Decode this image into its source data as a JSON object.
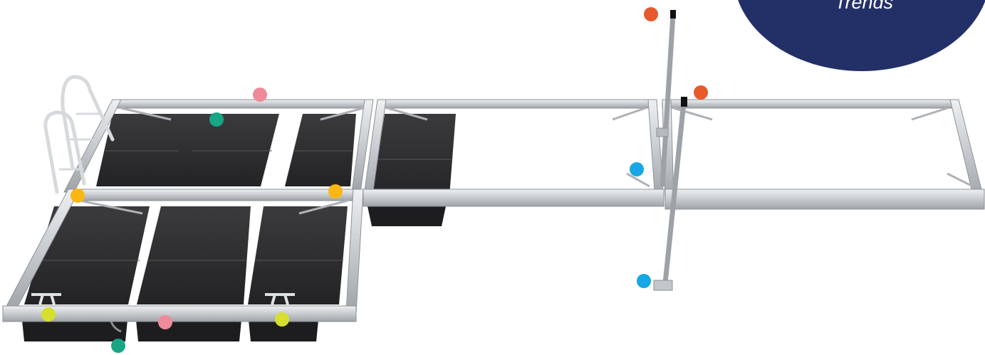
{
  "badge": {
    "text": "Trends",
    "color": "#233068"
  },
  "colors": {
    "orange": "#e8592b",
    "pink": "#ef8a98",
    "teal": "#1aa584",
    "yellow": "#fbb614",
    "blue": "#16a7e4",
    "lime": "#d6de2e",
    "aluminum": "#c9cdd1",
    "float": "#2f2f32"
  },
  "hotspots": [
    {
      "name": "hotspot-pole-top",
      "color": "orange"
    },
    {
      "name": "hotspot-pole-mid",
      "color": "orange"
    },
    {
      "name": "hotspot-top-frame",
      "color": "pink"
    },
    {
      "name": "hotspot-cable",
      "color": "teal"
    },
    {
      "name": "hotspot-ladder-joint",
      "color": "yellow"
    },
    {
      "name": "hotspot-center-joint",
      "color": "yellow"
    },
    {
      "name": "hotspot-pole-bracket",
      "color": "blue"
    },
    {
      "name": "hotspot-pole-foot",
      "color": "blue"
    },
    {
      "name": "hotspot-cleat-left",
      "color": "lime"
    },
    {
      "name": "hotspot-bottom-frame",
      "color": "pink"
    },
    {
      "name": "hotspot-cleat-right",
      "color": "lime"
    },
    {
      "name": "hotspot-bottom-cable",
      "color": "teal"
    }
  ]
}
